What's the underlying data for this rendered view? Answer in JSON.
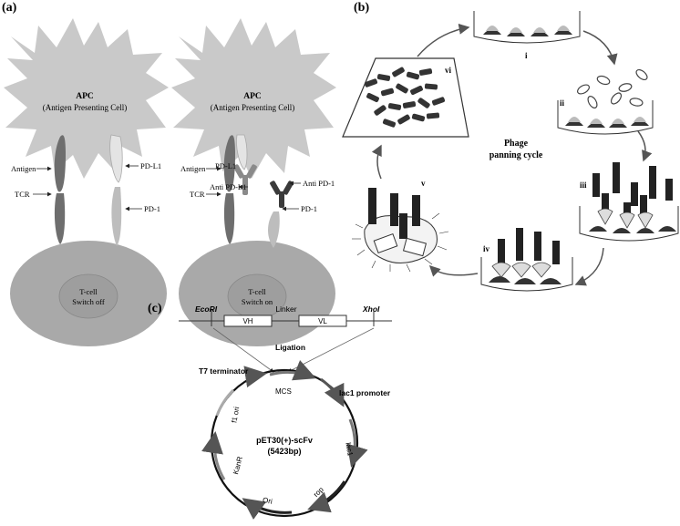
{
  "panel_a": {
    "label": "(a)",
    "left": {
      "apc_title": "APC",
      "apc_subtitle": "(Antigen Presenting Cell)",
      "antigen": "Antigen",
      "tcr": "TCR",
      "pdl1": "PD-L1",
      "pd1": "PD-1",
      "tcell_line1": "T-cell",
      "tcell_line2": "Switch off"
    },
    "right": {
      "apc_title": "APC",
      "apc_subtitle": "(Antigen Presenting Cell)",
      "antigen": "Antigen",
      "tcr": "TCR",
      "pdl1": "PD-L1",
      "anti_pdl1": "Anti PD-L1",
      "anti_pd1": "Anti PD-1",
      "pd1": "PD-1",
      "tcell_line1": "T-cell",
      "tcell_line2": "Switch on"
    }
  },
  "panel_b": {
    "label": "(b)",
    "center_line1": "Phage",
    "center_line2": "panning cycle",
    "steps": [
      "i",
      "ii",
      "iii",
      "iv",
      "v",
      "vi"
    ]
  },
  "panel_c": {
    "label": "(c)",
    "ecori": "EcoRI",
    "linker": "Linker",
    "xhoi": "XhoI",
    "vh": "VH",
    "vl": "VL",
    "ligation": "Ligation",
    "t7": "T7 terminator",
    "mcs": "MCS",
    "lac1_promoter": "lac1 promoter",
    "lac1": "lac1",
    "rop": "rop",
    "ori": "Ori",
    "kanr": "KanR",
    "f1ori": "f1 ori",
    "plasmid_name": "pET30(+)-scFv",
    "plasmid_size": "(5423bp)"
  }
}
